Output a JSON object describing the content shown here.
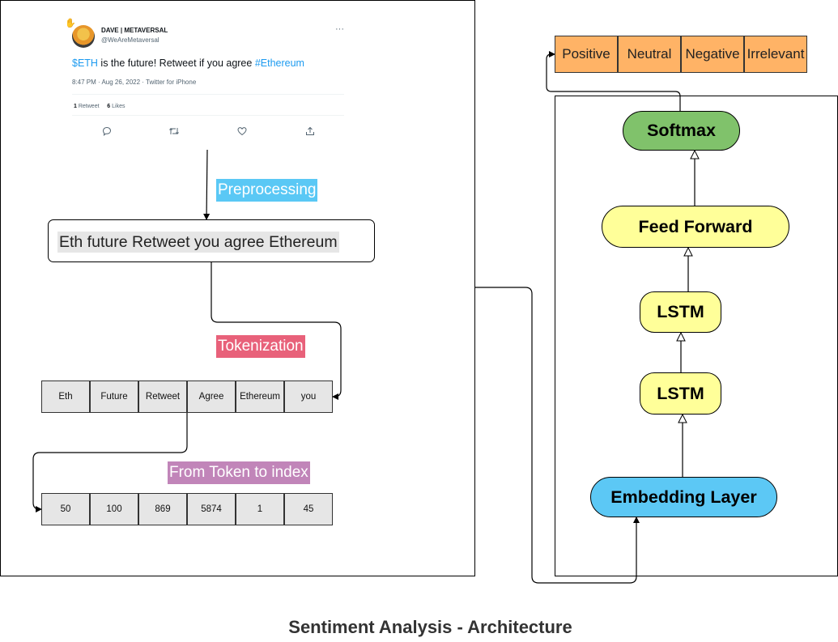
{
  "tweet": {
    "name": "DAVE | METAVERSAL",
    "handle": "@WeAreMetaversal",
    "text_parts": [
      "$ETH",
      " is the future! Retweet if you agree ",
      "#Ethereum"
    ],
    "meta": "8:47 PM · Aug 26, 2022 · Twitter for iPhone",
    "retweets_count": "1",
    "retweets_label": "Retweet",
    "likes_count": "6",
    "likes_label": "Likes",
    "more": "···"
  },
  "steps": {
    "preprocessing": "Preprocessing",
    "tokenization": "Tokenization",
    "to_index": "From Token to index"
  },
  "preprocessed_text": "Eth future Retweet you agree Ethereum",
  "tokens": [
    "Eth",
    "Future",
    "Retweet",
    "Agree",
    "Ethereum",
    "you"
  ],
  "indices": [
    "50",
    "100",
    "869",
    "5874",
    "1",
    "45"
  ],
  "labels": [
    "Positive",
    "Neutral",
    "Negative",
    "Irrelevant"
  ],
  "model": {
    "softmax": "Softmax",
    "feed_forward": "Feed Forward",
    "lstm_upper": "LSTM",
    "lstm_lower": "LSTM",
    "embedding": "Embedding Layer"
  },
  "caption": "Sentiment Analysis - Architecture",
  "colors": {
    "preprocessing_tag": "#5ac8f5",
    "tokenization_tag": "#e8617a",
    "index_tag": "#c185b9",
    "labels_fill": "#ffb366",
    "softmax_fill": "#80c26b",
    "yellow_fill": "#ffff99",
    "embedding_fill": "#5cc8f5",
    "cell_fill": "#e6e6e6"
  },
  "icons": [
    "cursor-hand-icon",
    "avatar",
    "more-icon",
    "reply-icon",
    "retweet-icon",
    "like-icon",
    "share-icon"
  ]
}
